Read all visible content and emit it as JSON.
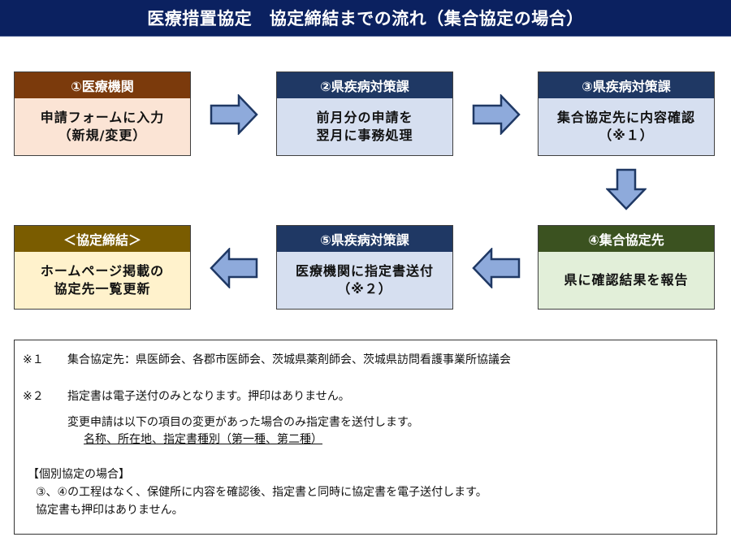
{
  "title": "医療措置協定　協定締結までの流れ（集合協定の場合）",
  "colors": {
    "title_bg": "#0b2160",
    "step1_header": "#7b3a0c",
    "step1_body": "#fbe4d5",
    "prefecture_header": "#1f3864",
    "prefecture_body": "#d6dff0",
    "step4_header": "#3b5220",
    "step4_body": "#e2efd9",
    "final_header": "#7a5c00",
    "final_body": "#fff2cc",
    "arrow_fill": "#8eaadb",
    "arrow_stroke": "#1f3864"
  },
  "steps": [
    {
      "id": "step1",
      "header": "①医療機関",
      "lines": [
        "申請フォームに入力",
        "（新規/変更）"
      ]
    },
    {
      "id": "step2",
      "header": "②県疾病対策課",
      "lines": [
        "前月分の申請を",
        "翌月に事務処理"
      ]
    },
    {
      "id": "step3",
      "header": "③県疾病対策課",
      "lines": [
        "集合協定先に内容確認",
        "（※１）"
      ]
    },
    {
      "id": "step4",
      "header": "④集合協定先",
      "lines": [
        "県に確認結果を報告"
      ]
    },
    {
      "id": "step5",
      "header": "⑤県疾病対策課",
      "lines": [
        "医療機関に指定書送付",
        "（※２）"
      ]
    },
    {
      "id": "final",
      "header": "＜協定締結＞",
      "lines": [
        "ホームページ掲載の",
        "協定先一覧更新"
      ]
    }
  ],
  "flow": [
    {
      "from": "step1",
      "to": "step2",
      "direction": "right"
    },
    {
      "from": "step2",
      "to": "step3",
      "direction": "right"
    },
    {
      "from": "step3",
      "to": "step4",
      "direction": "down"
    },
    {
      "from": "step4",
      "to": "step5",
      "direction": "left"
    },
    {
      "from": "step5",
      "to": "final",
      "direction": "left"
    }
  ],
  "notes": {
    "note1_mark": "※１",
    "note1_text": "集合協定先：県医師会、各郡市医師会、茨城県薬剤師会、茨城県訪問看護事業所協議会",
    "note2_mark": "※２",
    "note2_text": "指定書は電子送付のみとなります。押印はありません。",
    "note2_sub": "変更申請は以下の項目の変更があった場合のみ指定書を送付します。",
    "note2_items": "名称、所在地、指定書種別（第一種、第二種）",
    "individual_heading": "【個別協定の場合】",
    "individual_line1": "③、④の工程はなく、保健所に内容を確認後、指定書と同時に協定書を電子送付します。",
    "individual_line2": "協定書も押印はありません。"
  }
}
